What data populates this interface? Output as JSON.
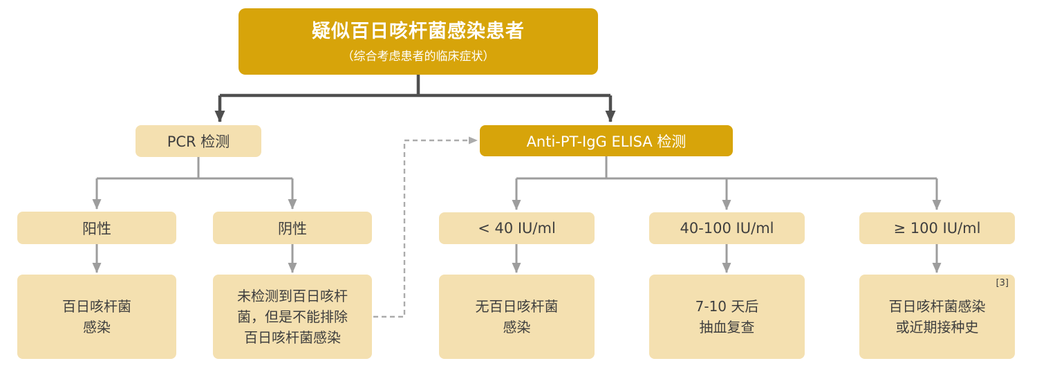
{
  "colors": {
    "gold": "#D7A40A",
    "beige": "#F4E0B0",
    "arrow_dark": "#4F4F4F",
    "arrow_light": "#9D9D9D",
    "arrow_dashed": "#ABABAB",
    "text_dark": "#3E3E3E",
    "text_light": "#FFFFFF"
  },
  "nodes": {
    "root": {
      "title": "疑似百日咳杆菌感染患者",
      "subtitle": "（综合考虑患者的临床症状）"
    },
    "pcr": {
      "label": "PCR 检测"
    },
    "elisa": {
      "label": "Anti-PT-IgG ELISA 检测"
    },
    "pcr_positive": {
      "label": "阳性"
    },
    "pcr_negative": {
      "label": "阴性"
    },
    "pcr_positive_result": {
      "text": "百日咳杆菌\n感染"
    },
    "pcr_negative_result": {
      "text": "未检测到百日咳杆\n菌，但是不能排除\n百日咳杆菌感染"
    },
    "elisa_low": {
      "label": "< 40 IU/ml"
    },
    "elisa_mid": {
      "label": "40-100 IU/ml"
    },
    "elisa_high": {
      "label": "≥ 100 IU/ml"
    },
    "elisa_low_result": {
      "text": "无百日咳杆菌\n感染"
    },
    "elisa_mid_result": {
      "text": "7-10 天后\n抽血复查"
    },
    "elisa_high_result": {
      "text": "百日咳杆菌感染\n或近期接种史",
      "ref": "[3]"
    }
  }
}
